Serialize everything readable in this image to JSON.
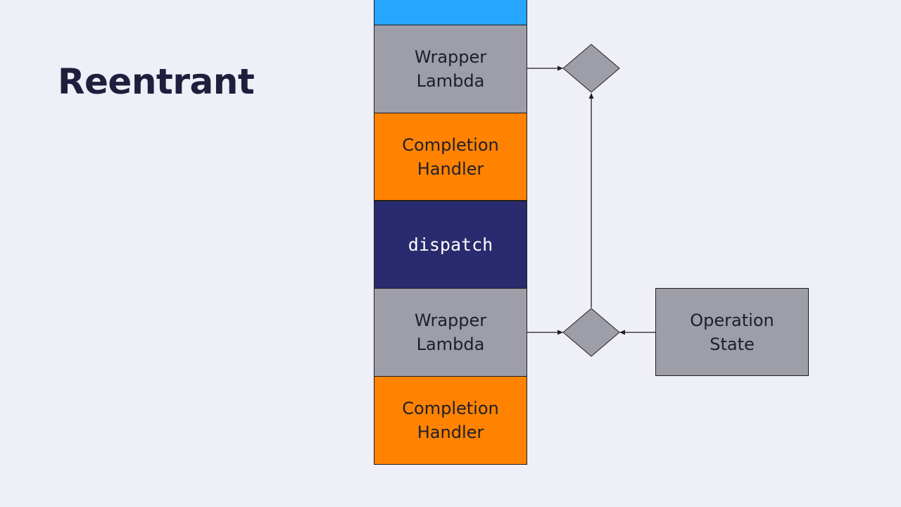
{
  "title": "Reentrant",
  "colors": {
    "background": "#efeff8",
    "top_frame": "#27a6ff",
    "wrapper": "#9e9ea8",
    "handler": "#ff8300",
    "dispatch": "#2a2a6e",
    "operation": "#9e9ea8",
    "diamond": "#9e9ea8",
    "line": "#1e1e1e"
  },
  "stack": [
    {
      "kind": "top",
      "label": ""
    },
    {
      "kind": "wrapper",
      "label": "Wrapper\nLambda"
    },
    {
      "kind": "handler",
      "label": "Completion\nHandler"
    },
    {
      "kind": "dispatch",
      "label": "dispatch"
    },
    {
      "kind": "wrapper",
      "label": "Wrapper\nLambda"
    },
    {
      "kind": "handler",
      "label": "Completion\nHandler"
    }
  ],
  "operation_state": {
    "label": "Operation\nState"
  }
}
